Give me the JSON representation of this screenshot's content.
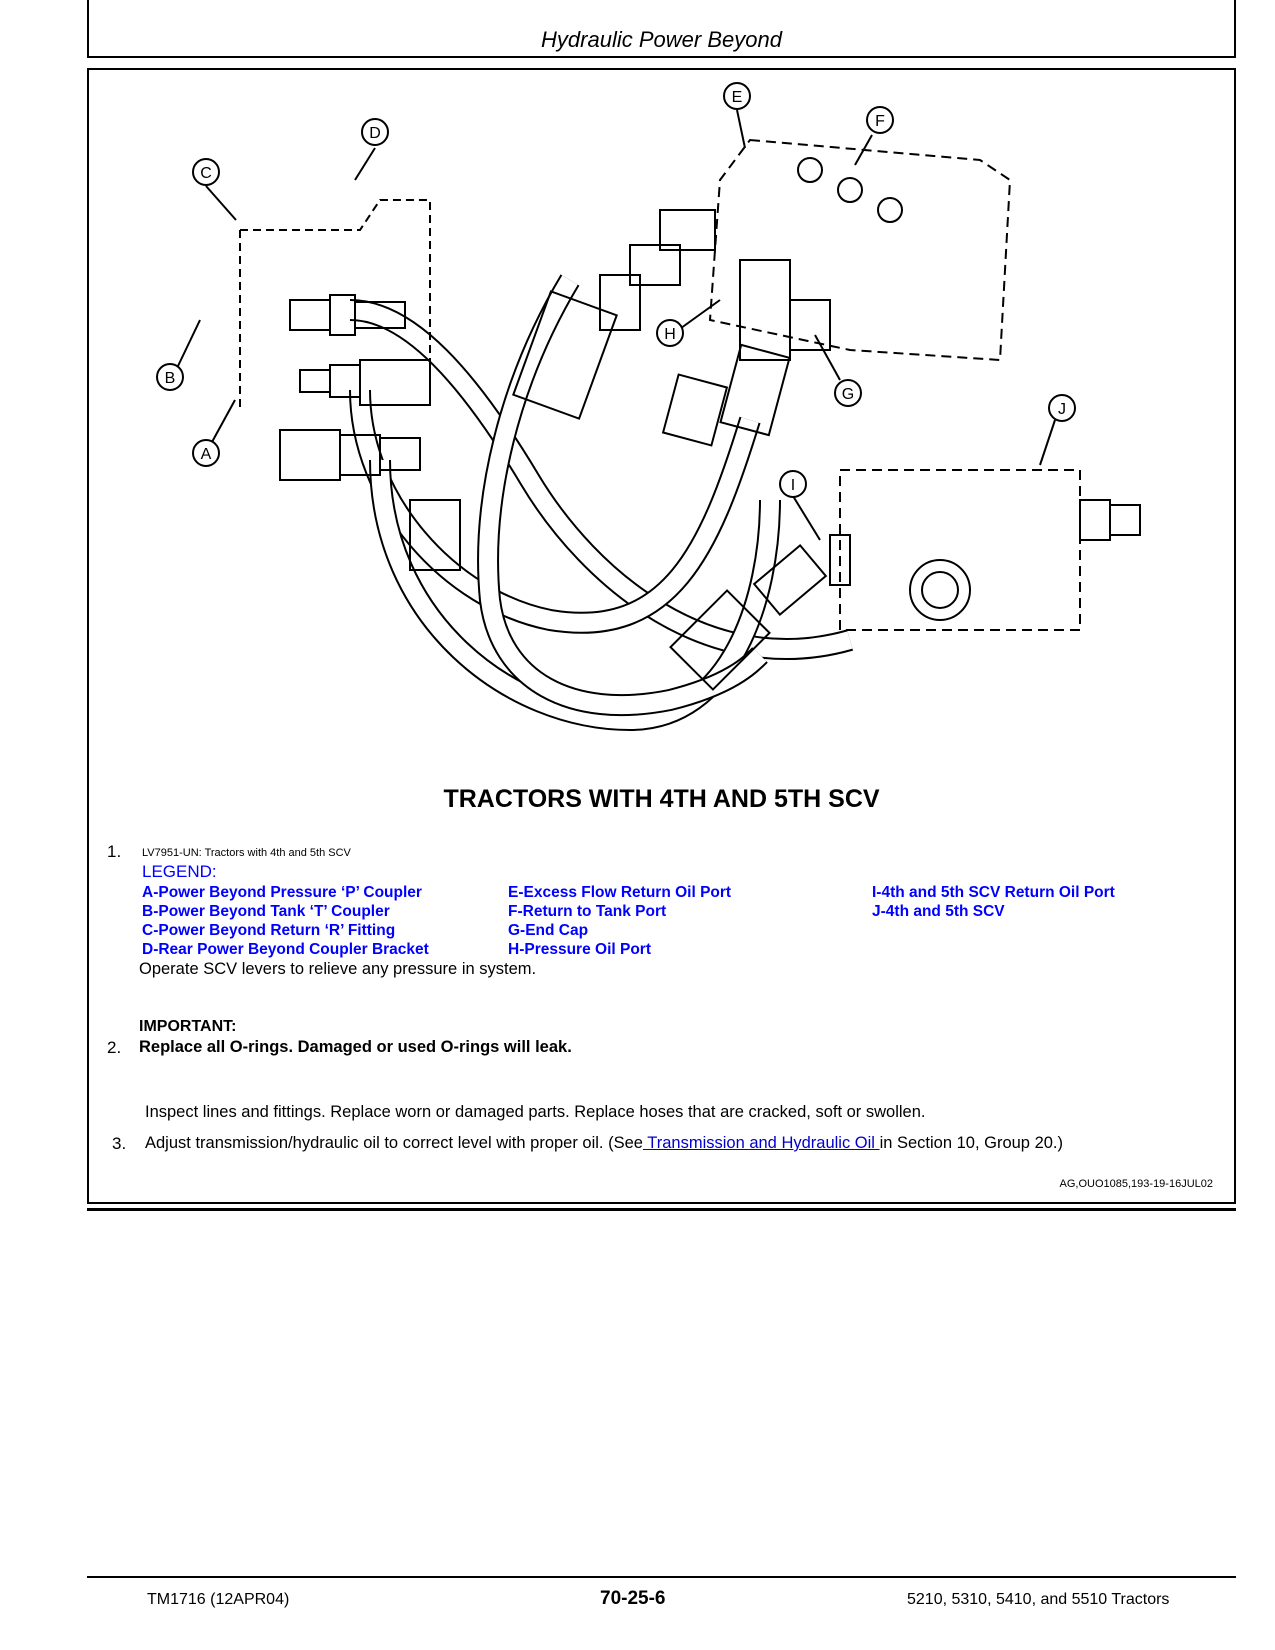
{
  "header": {
    "title": "Hydraulic Power Beyond"
  },
  "figure": {
    "caption": "TRACTORS WITH 4TH AND 5TH SCV",
    "callouts": [
      "A",
      "B",
      "C",
      "D",
      "E",
      "F",
      "G",
      "H",
      "I",
      "J"
    ]
  },
  "steps": [
    {
      "number": "1.",
      "figure_id": "LV7951-UN: Tractors with 4th and 5th SCV",
      "text": "Operate SCV levers to relieve any pressure in system."
    },
    {
      "number": "2.",
      "important_label": "IMPORTANT:",
      "text": "Replace all O-rings. Damaged or used O-rings will leak."
    },
    {
      "number": "3.",
      "inspect_text": "Inspect lines and fittings. Replace worn or damaged parts. Replace hoses that are cracked, soft or swollen.",
      "text_before": "Adjust transmission/hydraulic oil to correct level with proper oil. (See",
      "link": " Transmission and Hydraulic Oil ",
      "text_after": "in Section 10, Group 20.)"
    }
  ],
  "legend": {
    "title": "LEGEND:",
    "items": [
      "A-Power Beyond Pressure ‘P’ Coupler",
      "B-Power Beyond Tank ‘T’ Coupler",
      "C-Power Beyond Return ‘R’ Fitting",
      "D-Rear Power Beyond Coupler Bracket",
      "E-Excess Flow Return Oil Port",
      "F-Return to Tank Port",
      "G-End Cap",
      "H-Pressure Oil Port",
      "I-4th and 5th SCV Return Oil Port",
      "J-4th and 5th SCV"
    ]
  },
  "doc_ref": "AG,OUO1085,193-19-16JUL02",
  "footer": {
    "left": "TM1716 (12APR04)",
    "center": "70-25-6",
    "right": "5210, 5310, 5410, and 5510 Tractors"
  }
}
